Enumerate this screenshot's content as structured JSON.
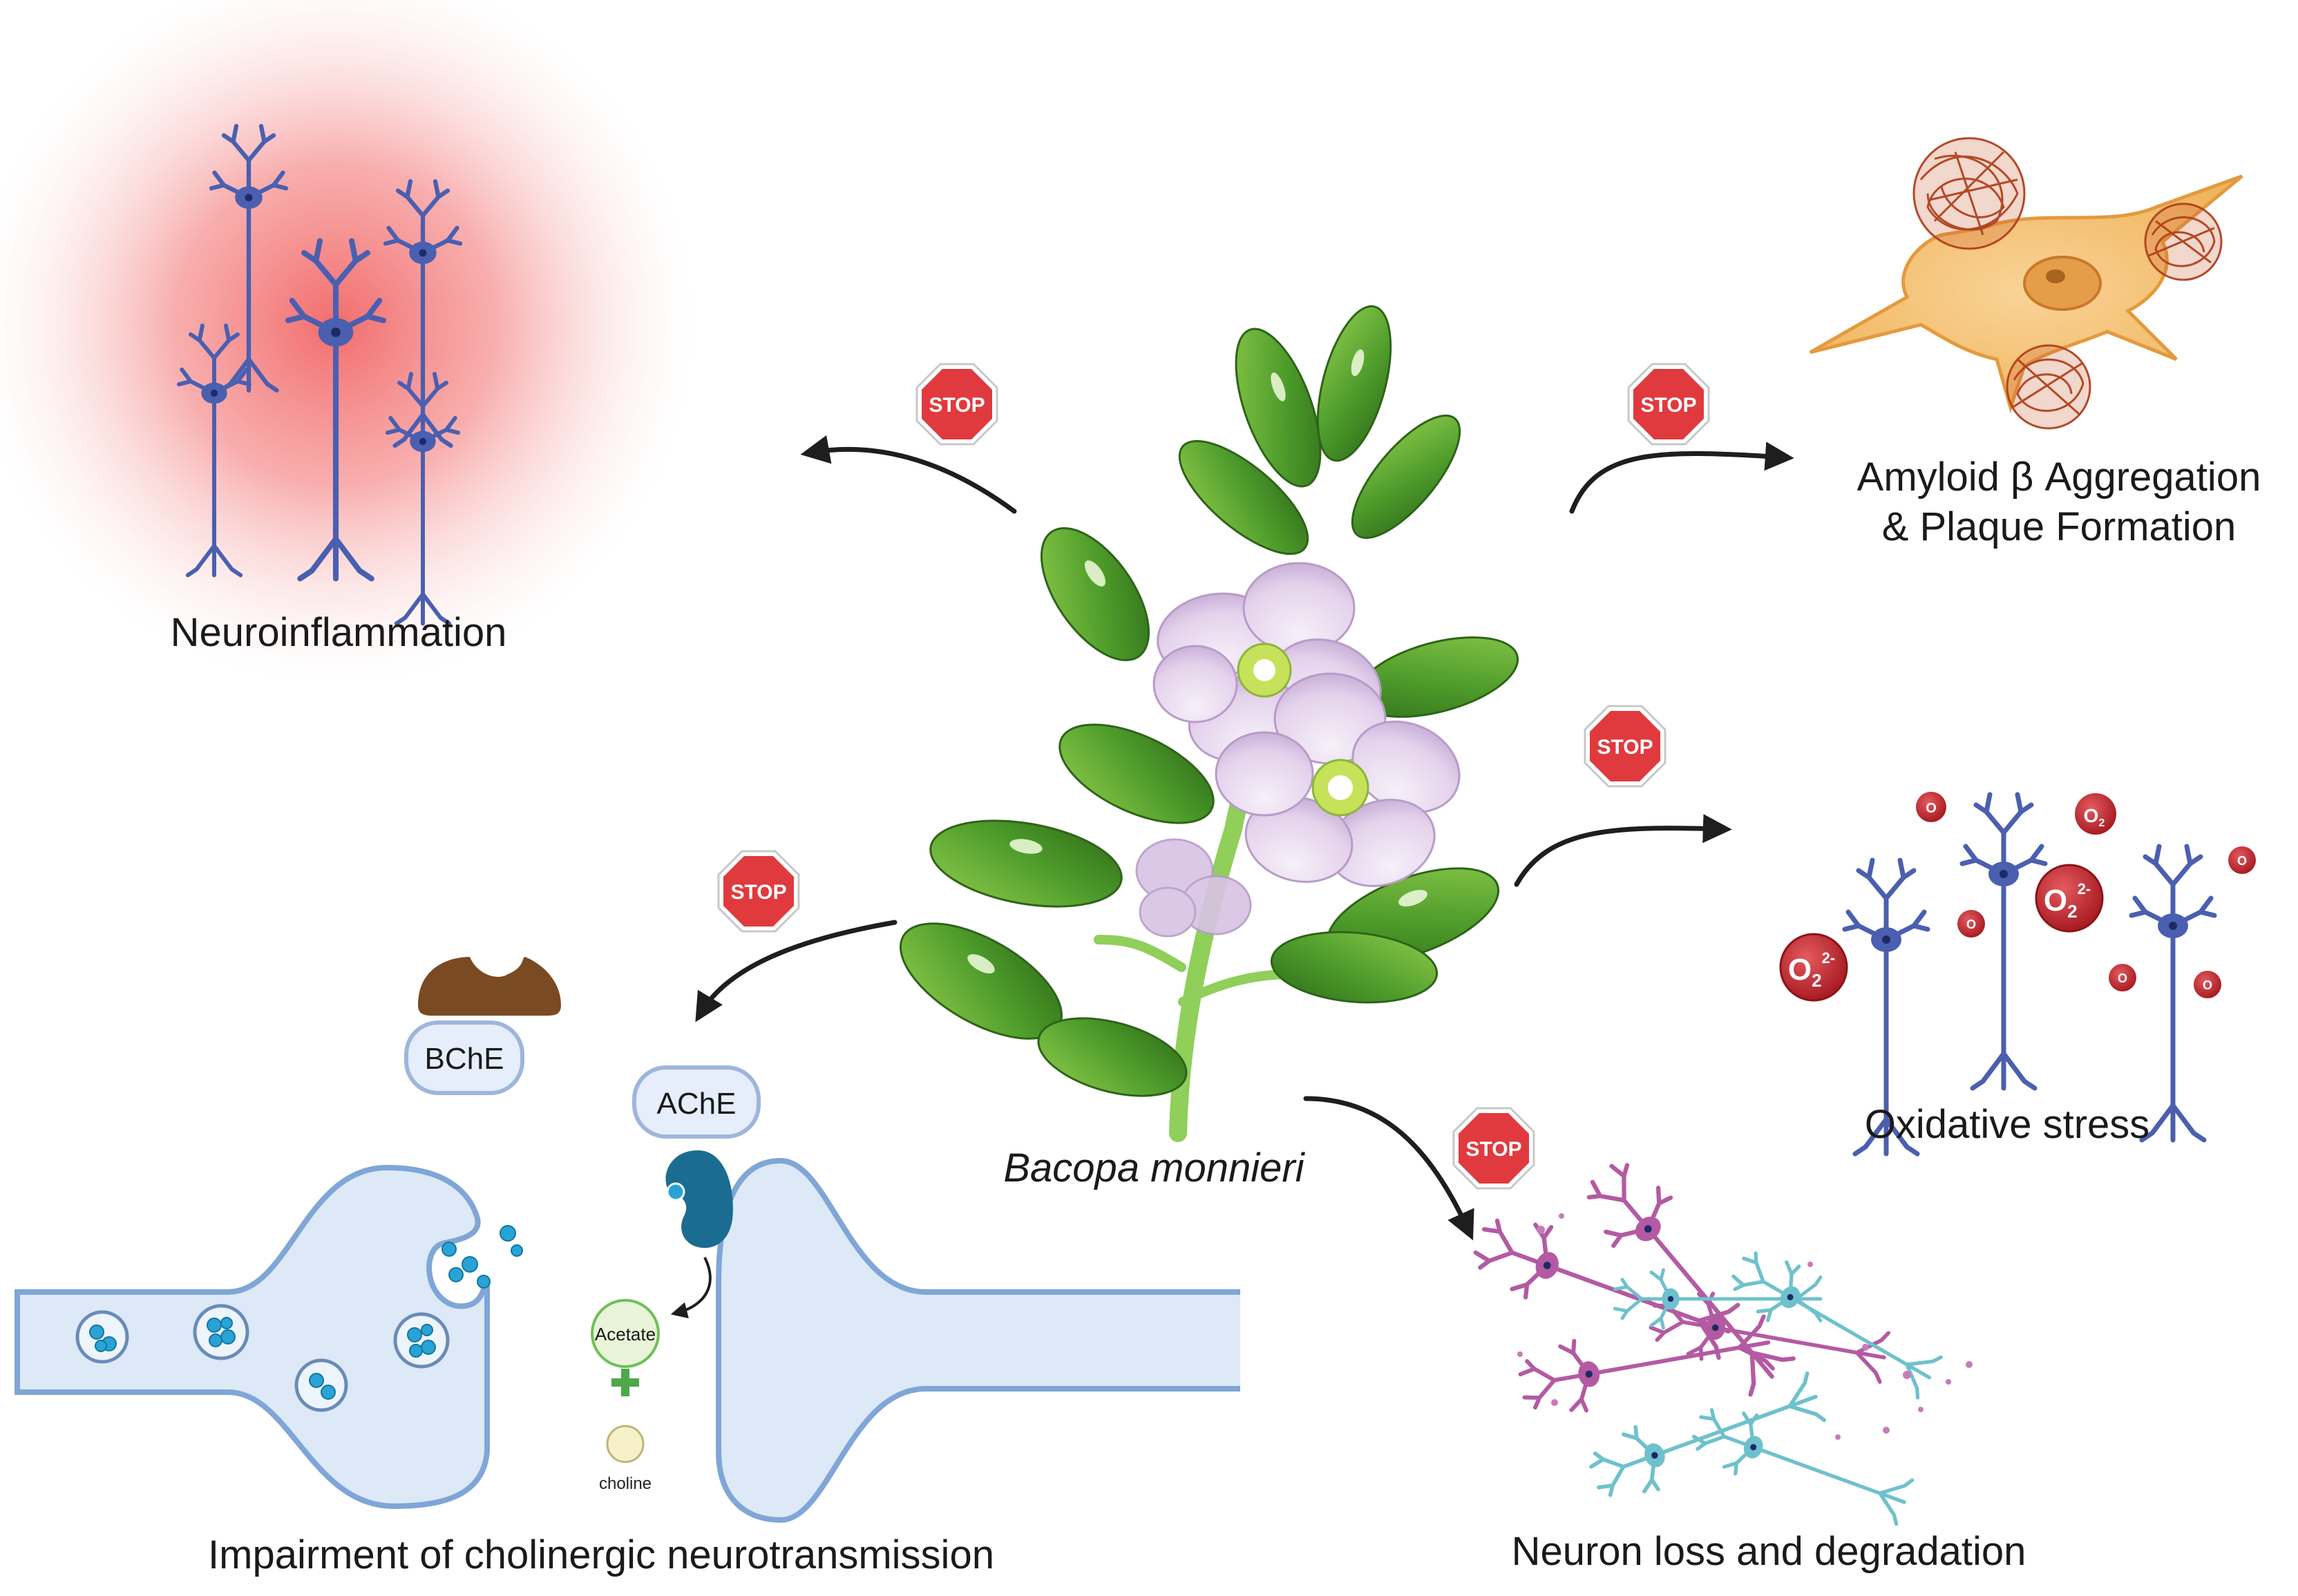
{
  "plant": {
    "name": "Bacopa monnieri"
  },
  "effects": {
    "neuroinflammation": "Neuroinflammation",
    "amyloid_line1": "Amyloid β Aggregation",
    "amyloid_line2": "& Plaque Formation",
    "oxidative": "Oxidative stress",
    "neuron_loss": "Neuron loss and degradation",
    "cholinergic": "Impairment of cholinergic neurotransmission"
  },
  "stop_sign": {
    "text": "STOP",
    "color": "#e03a3e"
  },
  "enzymes": {
    "bche": "BChE",
    "ache": "AChE",
    "acetate": "Acetate",
    "choline": "choline"
  },
  "ros": {
    "symbol": "O",
    "subscript": "2",
    "superscript": "2-"
  },
  "colors": {
    "neuron_blue": "#4a5fb0",
    "inflammation_red": "#f26d6d",
    "synapse_fill": "#dde9f7",
    "synapse_stroke": "#7fa6d6",
    "vesicle_dot": "#29a3d6",
    "ros_red": "#c8262c",
    "amyloid_cell": "#f6c47a",
    "amyloid_fibril": "#b0401c",
    "neuron_magenta": "#b35aa3",
    "neuron_teal": "#6ec1cc",
    "leaf_green": "#4c9a2a",
    "flower_lilac": "#e6d6ee",
    "ache_blue": "#1b6c91",
    "bche_brown": "#7a4a22",
    "plus_green": "#4ea84a"
  }
}
